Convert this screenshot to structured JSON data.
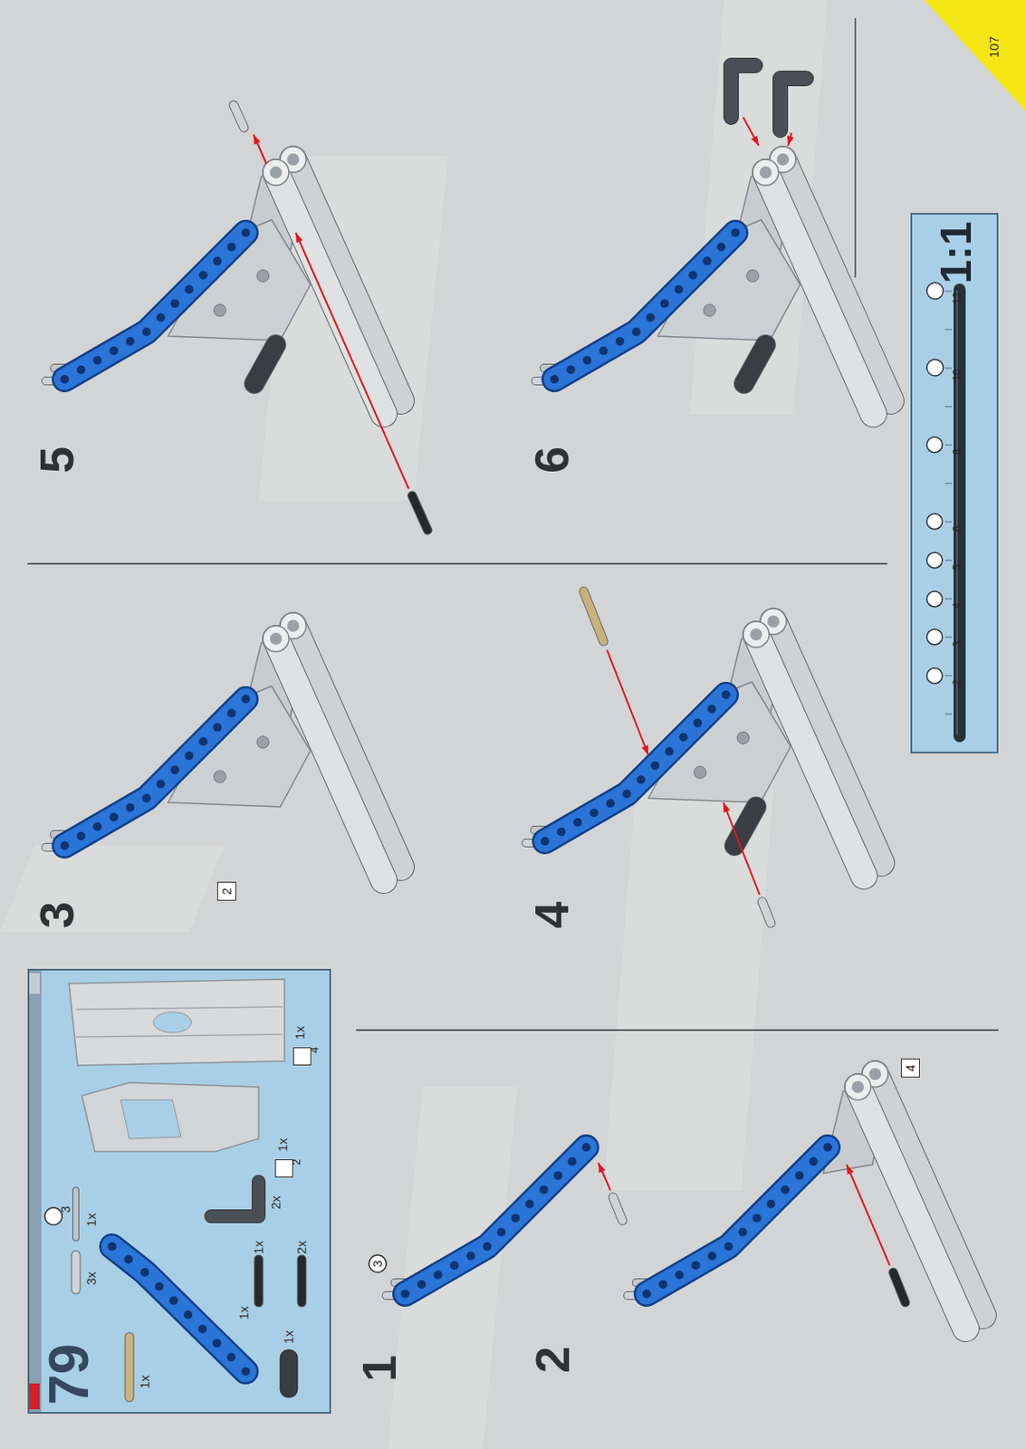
{
  "diagram": {
    "nodes": [
      {
        "text": [
          "79"
        ]
      },
      {
        "text": [
          "3"
        ],
        "in": 0
      },
      {
        "text": [
          "2"
        ],
        "in": 0
      },
      {
        "text": [
          "4"
        ],
        "in": 0
      },
      {
        "text": [
          "3"
        ]
      },
      {
        "text": [
          "4"
        ]
      },
      {
        "text": [
          "2"
        ]
      },
      {
        "text": [
          "1:1"
        ]
      },
      {
        "text": [
          "2"
        ],
        "in": 7
      },
      {
        "text": [
          "3"
        ],
        "in": 7
      },
      {
        "text": [
          "4"
        ],
        "in": 7
      },
      {
        "text": [
          "5"
        ],
        "in": 7
      },
      {
        "text": [
          "6"
        ],
        "in": 7
      },
      {
        "text": [
          "8"
        ],
        "in": 7
      },
      {
        "text": [
          "10"
        ],
        "in": 7
      },
      {
        "text": [
          "12"
        ],
        "in": 7
      },
      {
        "text": [
          "107"
        ]
      }
    ],
    "labels": [
      "1x",
      "3x",
      "1x",
      "1x",
      "1x",
      "2x",
      "1x",
      "2x",
      "1x",
      "1x",
      "1",
      "2",
      "3",
      "4",
      "5",
      "6"
    ]
  }
}
